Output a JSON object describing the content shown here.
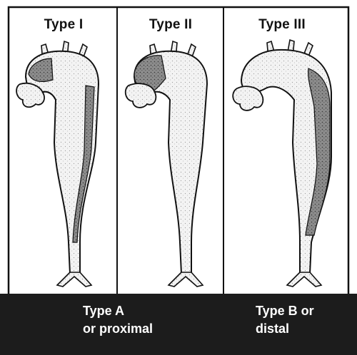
{
  "panels": [
    {
      "id": "type-1",
      "title": "Type I"
    },
    {
      "id": "type-2",
      "title": "Type II"
    },
    {
      "id": "type-3",
      "title": "Type III"
    }
  ],
  "classification": {
    "type_a": {
      "line1": "Type A",
      "line2": "or proximal"
    },
    "type_b": {
      "line1": "Type B or",
      "line2": "distal"
    }
  },
  "colors": {
    "background": "#ffffff",
    "ink": "#111111",
    "band": "#1c1c1c",
    "band_text": "#ffffff",
    "lumen_fill": "#f2f2f2",
    "dissection_fill": "#8a8a8a"
  }
}
